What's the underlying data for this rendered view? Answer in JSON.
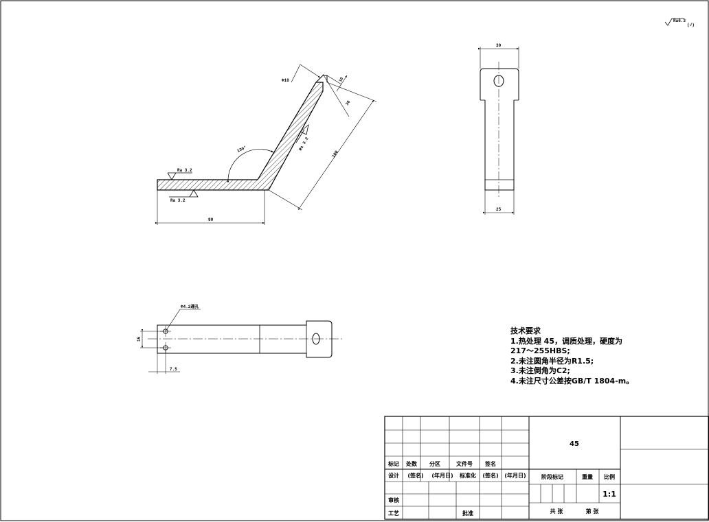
{
  "drawing": {
    "surface_roughness_global": "Ra6.3",
    "surface_roughness_paren": "(√)"
  },
  "front_view": {
    "dim_width": "90",
    "dim_length": "100",
    "dim_tip_short": "10",
    "dim_tip_long": "30",
    "dim_hole_dia": "Φ10",
    "dim_angle": "130°",
    "rough_top": "Ra 3.2",
    "rough_bottom": "Ra 3.2",
    "rough_incline": "Ra 3.2"
  },
  "side_view": {
    "dim_top": "30",
    "dim_bottom": "25"
  },
  "bottom_view": {
    "dim_holes": "Φ4.2通孔",
    "dim_spacing": "15",
    "dim_offset": "7.5"
  },
  "notes": {
    "title": "技术要求",
    "lines": [
      "1.热处理 45，调质处理，硬度为",
      "217～255HBS;",
      "2.未注圆角半径为R1.5;",
      "3.未注倒角为C2;",
      "4.未注尺寸公差按GB/T 1804-m。"
    ]
  },
  "title_block": {
    "material": "45",
    "row_marks": [
      "标记",
      "处数",
      "分区",
      "文件号",
      "签名"
    ],
    "row_design": [
      "设计",
      "(签名)",
      "(年月日)",
      "标准化",
      "(签名)",
      "(年月日)"
    ],
    "review": "审核",
    "process": "工艺",
    "approve": "批准",
    "stage": "阶段标记",
    "weight": "重量",
    "scale_label": "比例",
    "scale_value": "1:1",
    "sheets_total": "共  张",
    "sheet_no": "第  张"
  }
}
